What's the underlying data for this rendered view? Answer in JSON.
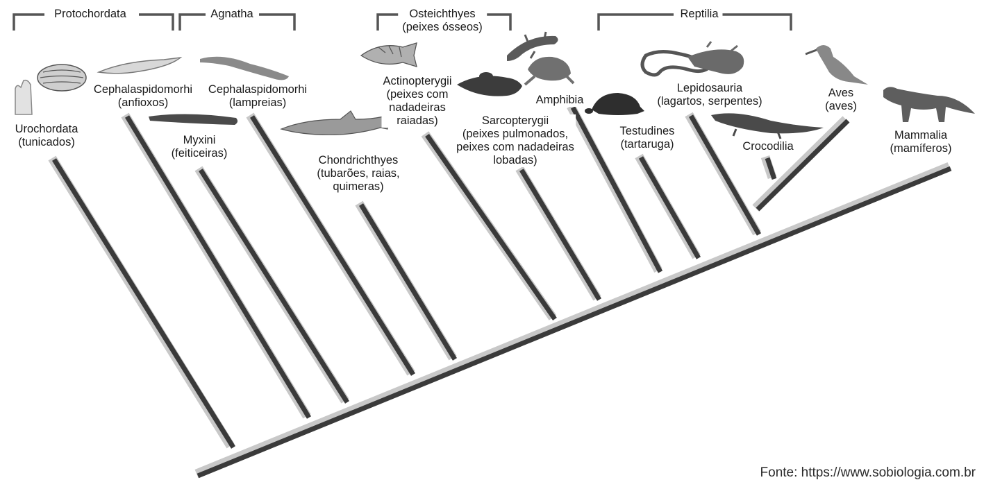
{
  "groups": {
    "protochordata": "Protochordata",
    "agnatha": "Agnatha",
    "osteichthyes": [
      "Osteichthyes",
      "(peixes ósseos)"
    ],
    "reptilia": "Reptilia"
  },
  "taxa": {
    "urochordata": [
      "Urochordata",
      "(tunicados)"
    ],
    "cephalaspidomorhi_anfioxos": [
      "Cephalaspidomorhi",
      "(anfioxos)"
    ],
    "myxini": [
      "Myxini",
      "(feiticeiras)"
    ],
    "cephalaspidomorhi_lampreias": [
      "Cephalaspidomorhi",
      "(lampreias)"
    ],
    "chondrichthyes": [
      "Chondrichthyes",
      "(tubarões, raias,",
      "quimeras)"
    ],
    "actinopterygii": [
      "Actinopterygii",
      "(peixes com",
      "nadadeiras",
      "raiadas)"
    ],
    "sarcopterygii": [
      "Sarcopterygii",
      "(peixes pulmonados,",
      "peixes com nadadeiras",
      "lobadas)"
    ],
    "amphibia": "Amphibia",
    "testudines": [
      "Testudines",
      "(tartaruga)"
    ],
    "lepidosauria": [
      "Lepidosauria",
      "(lagartos, serpentes)"
    ],
    "crocodilia": "Crocodilia",
    "aves": [
      "Aves",
      "(aves)"
    ],
    "mammalia": [
      "Mammalia",
      "(mamíferos)"
    ]
  },
  "source": "Fonte: https://www.sobiologia.com.br"
}
